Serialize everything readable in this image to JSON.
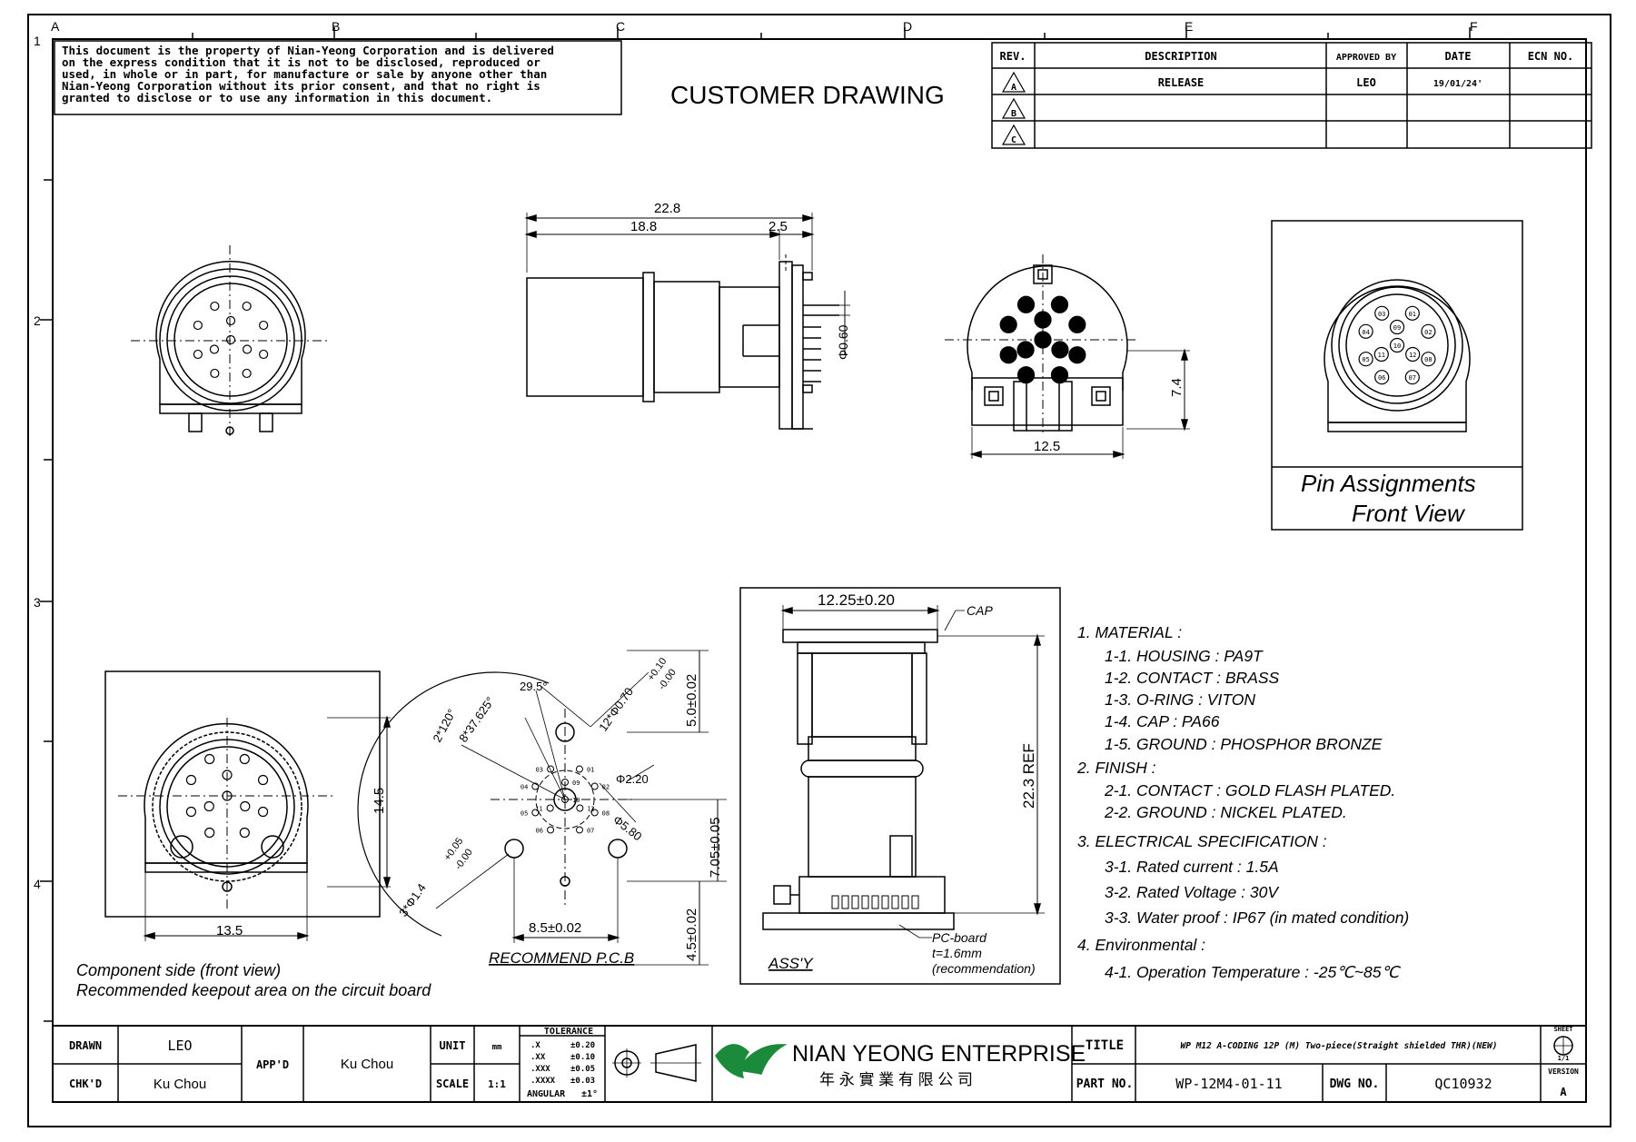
{
  "frame": {
    "columns": [
      "A",
      "B",
      "C",
      "D",
      "E",
      "F"
    ],
    "rows": [
      "1",
      "2",
      "3",
      "4"
    ]
  },
  "notice": [
    "This document is the property of Nian-Yeong Corporation and is delivered",
    "on  the  express condition that it is not to be disclosed, reproduced or",
    "used, in whole or in part, for manufacture or sale by anyone other than",
    "Nian-Yeong Corporation without  its prior consent, and that  no right  is",
    "granted to disclose or to use any information in this  document."
  ],
  "drawing_title": "CUSTOMER  DRAWING",
  "revision_table": {
    "headers": [
      "REV.",
      "DESCRIPTION",
      "APPROVED BY",
      "DATE",
      "ECN NO."
    ],
    "rows": [
      {
        "rev": "A",
        "description": "RELEASE",
        "approved": "LEO",
        "date": "19/01/24'",
        "ecn": ""
      },
      {
        "rev": "B",
        "description": "",
        "approved": "",
        "date": "",
        "ecn": ""
      },
      {
        "rev": "C",
        "description": "",
        "approved": "",
        "date": "",
        "ecn": ""
      }
    ]
  },
  "side_view": {
    "dim_total": "22.8",
    "dim_body": "18.8",
    "dim_pin": "2.5",
    "dim_pin_dia": "Φ0.60"
  },
  "rear_view": {
    "dim_width": "12.5",
    "dim_height": "7.4"
  },
  "pin_assign": {
    "title_line1": "Pin  Assignments",
    "title_line2": "Front  View",
    "pins": [
      "01",
      "02",
      "03",
      "04",
      "05",
      "06",
      "07",
      "08",
      "09",
      "10",
      "11",
      "12"
    ]
  },
  "keepout": {
    "dim_width": "13.5",
    "dim_height": "14.5",
    "caption_line1": "Component side  (front view)",
    "caption_line2": "Recommended keepout area on the circuit board"
  },
  "pcb": {
    "angle_120": "2*120°",
    "angle_37": "8*37.625°",
    "angle_29": "29.5°",
    "hole_small": "12*Φ0.70",
    "hole_small_tol_plus": "+0.10",
    "hole_small_tol_minus": "-0.00",
    "hole_center": "Φ2.20",
    "pcd": "Φ5.80",
    "hole_large": "3*Φ1.4",
    "hole_large_tol_plus": "+0.05",
    "hole_large_tol_minus": "-0.00",
    "dim_h": "8.5±0.02",
    "dim_v1": "5.0±0.02",
    "dim_v2": "7.05±0.05",
    "dim_v3": "4.5±0.02",
    "caption": "RECOMMEND  P.C.B",
    "pin_labels": [
      "01",
      "02",
      "03",
      "04",
      "05",
      "06",
      "07",
      "08",
      "09",
      "10",
      "11",
      "12"
    ]
  },
  "assy": {
    "dim_width": "12.25±0.20",
    "cap_label": "CAP",
    "dim_height": "22.3  REF",
    "pcb_label": "PC-board",
    "pcb_thk": "t=1.6mm",
    "pcb_note": "(recommendation)",
    "caption": "ASS'Y"
  },
  "specs": [
    "1.  MATERIAL  :",
    "1-1.  HOUSING  :  PA9T",
    "1-2.  CONTACT  :  BRASS",
    "1-3.  O-RING  :  VITON",
    "1-4.  CAP  :  PA66",
    "1-5.  GROUND  :  PHOSPHOR  BRONZE",
    "2.  FINISH  :",
    "2-1.  CONTACT  :  GOLD  FLASH  PLATED.",
    "2-2.  GROUND  :  NICKEL  PLATED.",
    "3.  ELECTRICAL  SPECIFICATION  :",
    "3-1.  Rated  current  :  1.5A",
    "3-2.  Rated  Voltage  :  30V",
    "3-3.  Water  proof  :  IP67  (in  mated  condition)",
    "4.  Environmental  :",
    "4-1.  Operation  Temperature  :  -25℃~85℃"
  ],
  "title_block": {
    "drawn_label": "DRAWN",
    "drawn_value": "LEO",
    "chkd_label": "CHK'D",
    "chkd_value": "Ku Chou",
    "appd_label": "APP'D",
    "appd_value": "Ku Chou",
    "unit_label": "UNIT",
    "unit_value": "mm",
    "scale_label": "SCALE",
    "scale_value": "1:1",
    "tolerance_label": "TOLERANCE",
    "tol_rows": [
      {
        "k": ".X",
        "v": "±0.20"
      },
      {
        "k": ".XX",
        "v": "±0.10"
      },
      {
        "k": ".XXX",
        "v": "±0.05"
      },
      {
        "k": ".XXXX",
        "v": "±0.03"
      }
    ],
    "angular_label": "ANGULAR",
    "angular_value": "±1°",
    "company_en": "NIAN YEONG ENTERPRISE",
    "company_zh": "年 永 實 業 有 限 公 司",
    "title_label": "TITLE",
    "title_value": "WP M12 A-CODING 12P (M) Two-piece(Straight shielded THR)(NEW)",
    "partno_label": "PART NO.",
    "partno_value": "WP-12M4-01-11",
    "dwgno_label": "DWG NO.",
    "dwgno_value": "QC10932",
    "sheet_label": "SHEET",
    "sheet_value": "1/1",
    "version_label": "VERSION",
    "version_value": "A"
  }
}
